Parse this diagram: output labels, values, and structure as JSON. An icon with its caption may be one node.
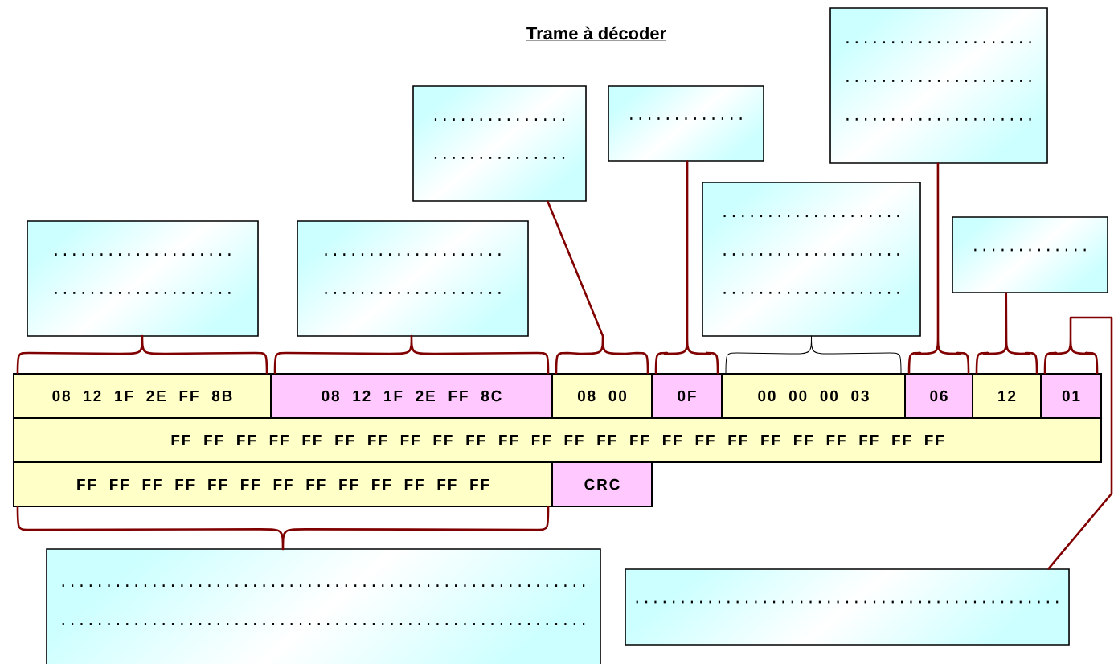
{
  "diagram": {
    "title": "Trame à décoder",
    "nodes": [
      {
        "text": [
          ".....................",
          ".....................",
          "....................."
        ]
      },
      {
        "text": [
          "...............",
          "..............."
        ]
      },
      {
        "text": [
          "............."
        ]
      },
      {
        "text": [
          "....................",
          "....................",
          "...................."
        ]
      },
      {
        "text": [
          "............."
        ]
      },
      {
        "text": [
          "....................",
          "...................."
        ]
      },
      {
        "text": [
          "....................",
          "...................."
        ]
      },
      {
        "text": [
          "08 12 1F 2E FF 8B"
        ]
      },
      {
        "text": [
          "08 12 1F 2E FF 8C"
        ]
      },
      {
        "text": [
          "08 00"
        ]
      },
      {
        "text": [
          "0F"
        ]
      },
      {
        "text": [
          "00 00 00 03"
        ]
      },
      {
        "text": [
          "06"
        ]
      },
      {
        "text": [
          "12"
        ]
      },
      {
        "text": [
          "01"
        ]
      },
      {
        "text": [
          "FF FF FF FF FF FF FF FF FF FF FF FF FF FF FF FF FF FF FF FF FF FF FF FF"
        ]
      },
      {
        "text": [
          "FF FF FF FF FF FF FF FF FF FF FF FF FF"
        ]
      },
      {
        "text": [
          "CRC"
        ]
      },
      {
        "text": [
          "..........................................................",
          ".........................................................."
        ]
      },
      {
        "text": [
          "..............................................."
        ]
      }
    ],
    "edges": [
      {
        "from": 5,
        "to": 7,
        "arrow": "none"
      },
      {
        "from": 6,
        "to": 8,
        "arrow": "none"
      },
      {
        "from": 1,
        "to": 9,
        "arrow": "none"
      },
      {
        "from": 2,
        "to": 10,
        "arrow": "none"
      },
      {
        "from": 3,
        "to": 11,
        "arrow": "none",
        "color": "#000000"
      },
      {
        "from": 0,
        "to": 12,
        "arrow": "none"
      },
      {
        "from": 4,
        "to": 13,
        "arrow": "none"
      },
      {
        "from": 19,
        "to": 14,
        "arrow": "none"
      },
      {
        "from": 18,
        "to": 16,
        "arrow": "none"
      }
    ]
  }
}
